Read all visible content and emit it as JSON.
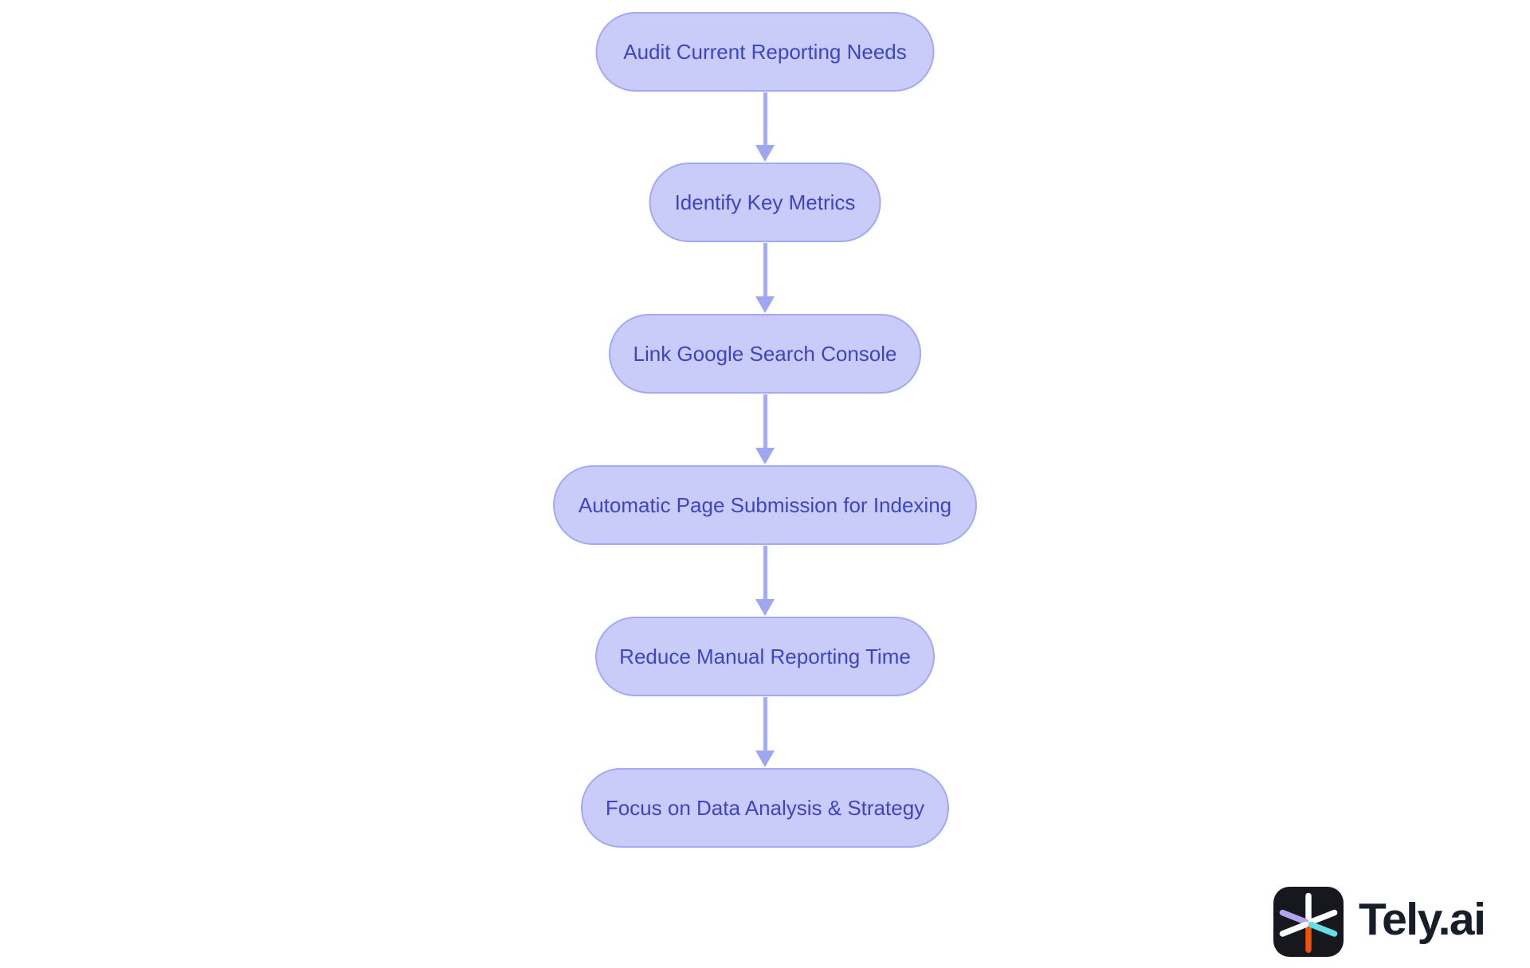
{
  "diagram": {
    "type": "flowchart",
    "direction": "top-down",
    "nodes": [
      {
        "label": "Audit Current Reporting Needs"
      },
      {
        "label": "Identify Key Metrics"
      },
      {
        "label": "Link Google Search Console"
      },
      {
        "label": "Automatic Page Submission for Indexing"
      },
      {
        "label": "Reduce Manual Reporting Time"
      },
      {
        "label": "Focus on Data Analysis & Strategy"
      }
    ],
    "edges": [
      {
        "from": "Audit Current Reporting Needs",
        "to": "Identify Key Metrics"
      },
      {
        "from": "Identify Key Metrics",
        "to": "Link Google Search Console"
      },
      {
        "from": "Link Google Search Console",
        "to": "Automatic Page Submission for Indexing"
      },
      {
        "from": "Automatic Page Submission for Indexing",
        "to": "Reduce Manual Reporting Time"
      },
      {
        "from": "Reduce Manual Reporting Time",
        "to": "Focus on Data Analysis & Strategy"
      }
    ],
    "colors": {
      "node_fill": "#c9cbf8",
      "node_border": "#a3a9f3",
      "node_text": "#3e45c3",
      "arrow": "#9fa6f2",
      "background": "#ffffff"
    }
  },
  "branding": {
    "logo_text": "Tely.ai",
    "logo_icon": "asterisk-spark-icon",
    "logo_icon_background": "#17181d",
    "logo_text_color": "#181e29",
    "logo_spoke_colors": {
      "top": "#ffffff",
      "bottom": "#f2500d",
      "upper_left": "#b4a3f0",
      "lower_left": "#ffffff",
      "upper_right": "#ffffff",
      "lower_right": "#66dee6"
    }
  }
}
